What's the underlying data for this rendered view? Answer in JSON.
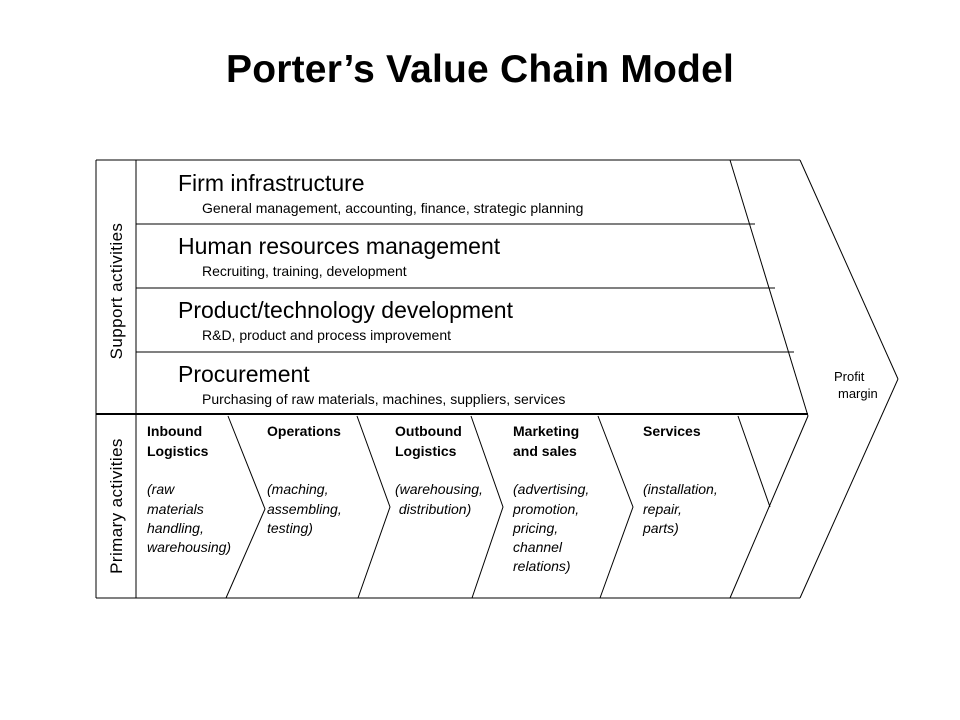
{
  "title": "Porter’s Value Chain Model",
  "labels": {
    "support": "Support activities",
    "primary": "Primary activities",
    "profit_line1": "Profit",
    "profit_line2": "margin"
  },
  "support_activities": [
    {
      "name": "Firm infrastructure",
      "detail": "General management, accounting, finance, strategic planning"
    },
    {
      "name": "Human resources management",
      "detail": "Recruiting, training, development"
    },
    {
      "name": "Product/technology development",
      "detail": "R&D, product and process improvement"
    },
    {
      "name": "Procurement",
      "detail": "Purchasing of raw materials, machines, suppliers, services"
    }
  ],
  "primary_activities": [
    {
      "heading": [
        "Inbound",
        "Logistics"
      ],
      "detail": [
        "(raw",
        "materials",
        "handling,",
        "warehousing)"
      ]
    },
    {
      "heading": [
        "Operations"
      ],
      "detail": [
        "(maching,",
        "assembling,",
        "testing)"
      ]
    },
    {
      "heading": [
        "Outbound",
        "Logistics"
      ],
      "detail": [
        "(warehousing,",
        " distribution)"
      ]
    },
    {
      "heading": [
        "Marketing",
        "and sales"
      ],
      "detail": [
        "(advertising,",
        "promotion,",
        "pricing,",
        "channel",
        "relations)"
      ]
    },
    {
      "heading": [
        "Services"
      ],
      "detail": [
        "(installation,",
        "repair,",
        "parts)"
      ]
    }
  ]
}
